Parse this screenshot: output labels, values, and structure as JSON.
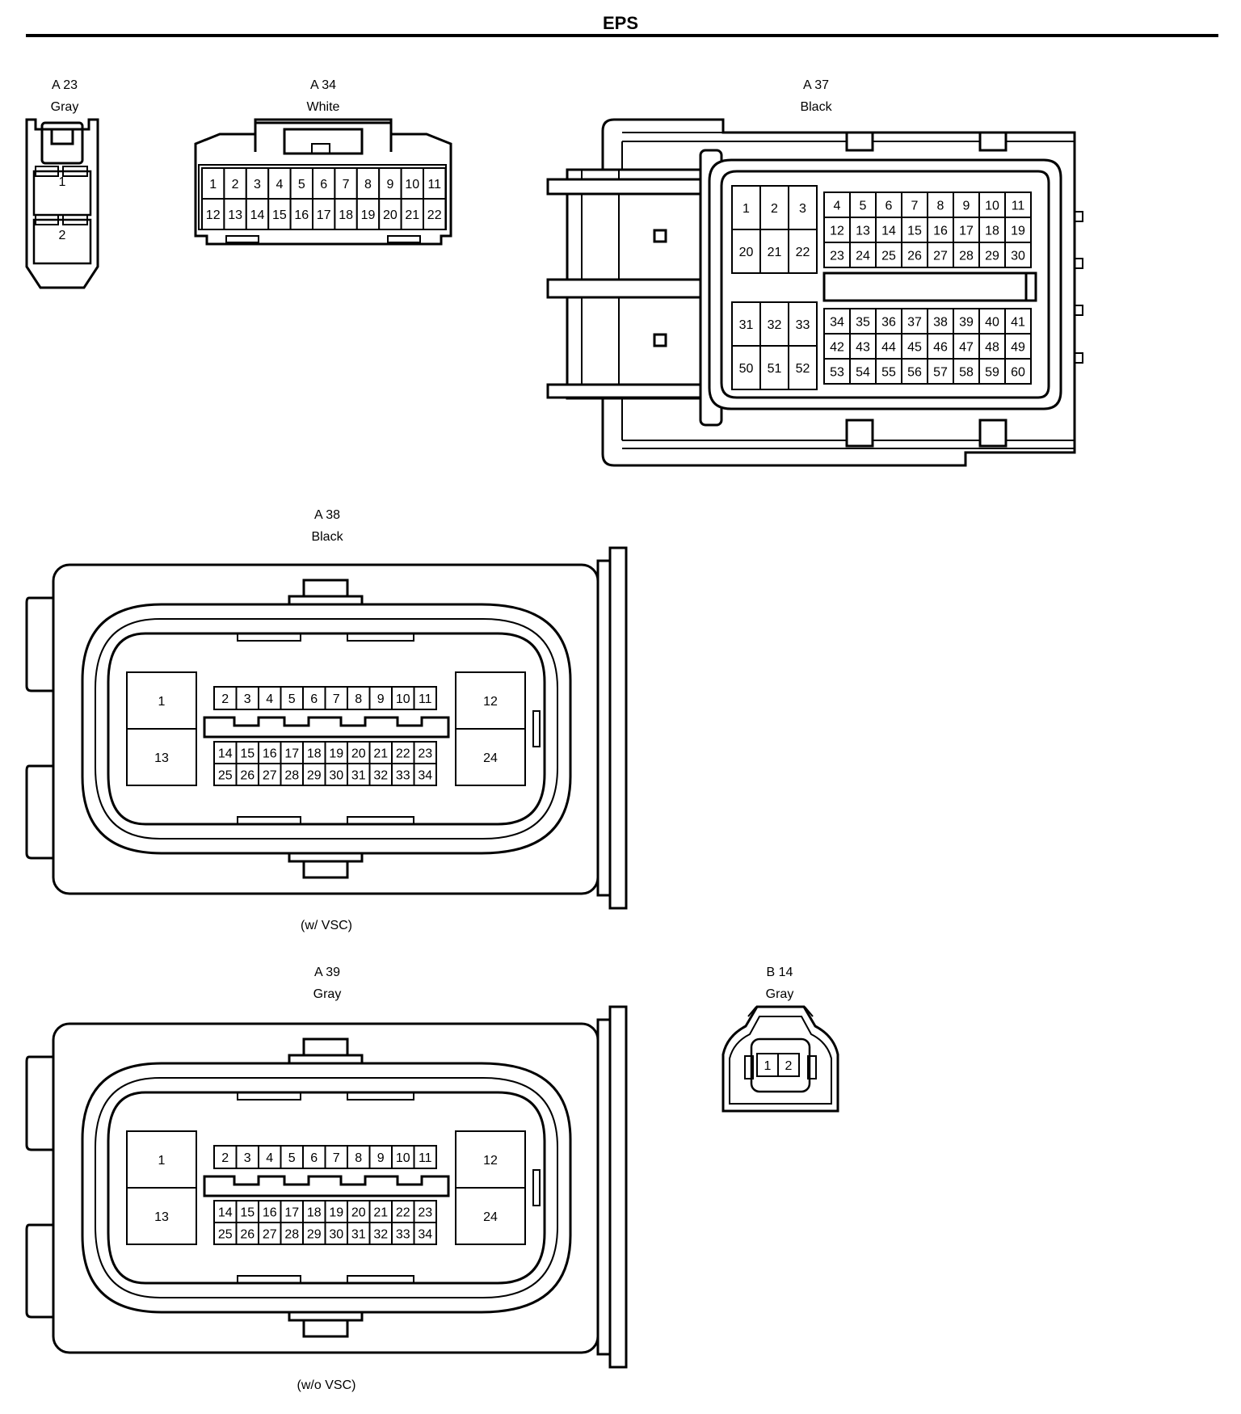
{
  "title": "EPS",
  "connectors": {
    "a23": {
      "code": "A 23",
      "color": "Gray",
      "pins": [
        "1",
        "2"
      ]
    },
    "a34": {
      "code": "A 34",
      "color": "White",
      "row1": [
        "1",
        "2",
        "3",
        "4",
        "5",
        "6",
        "7",
        "8",
        "9",
        "10",
        "11"
      ],
      "row2": [
        "12",
        "13",
        "14",
        "15",
        "16",
        "17",
        "18",
        "19",
        "20",
        "21",
        "22"
      ]
    },
    "a37": {
      "code": "A 37",
      "color": "Black",
      "block_a": [
        [
          "1",
          "2",
          "3"
        ],
        [
          "20",
          "21",
          "22"
        ]
      ],
      "block_b": [
        [
          "4",
          "5",
          "6",
          "7",
          "8",
          "9",
          "10",
          "11"
        ],
        [
          "12",
          "13",
          "14",
          "15",
          "16",
          "17",
          "18",
          "19"
        ],
        [
          "23",
          "24",
          "25",
          "26",
          "27",
          "28",
          "29",
          "30"
        ]
      ],
      "block_c": [
        [
          "31",
          "32",
          "33"
        ],
        [
          "50",
          "51",
          "52"
        ]
      ],
      "block_d": [
        [
          "34",
          "35",
          "36",
          "37",
          "38",
          "39",
          "40",
          "41"
        ],
        [
          "42",
          "43",
          "44",
          "45",
          "46",
          "47",
          "48",
          "49"
        ],
        [
          "53",
          "54",
          "55",
          "56",
          "57",
          "58",
          "59",
          "60"
        ]
      ]
    },
    "a38": {
      "code": "A 38",
      "color": "Black",
      "note": "(w/ VSC)",
      "large": [
        "1",
        "13",
        "12",
        "24"
      ],
      "row1": [
        "2",
        "3",
        "4",
        "5",
        "6",
        "7",
        "8",
        "9",
        "10",
        "11"
      ],
      "row2": [
        "14",
        "15",
        "16",
        "17",
        "18",
        "19",
        "20",
        "21",
        "22",
        "23"
      ],
      "row3": [
        "25",
        "26",
        "27",
        "28",
        "29",
        "30",
        "31",
        "32",
        "33",
        "34"
      ]
    },
    "a39": {
      "code": "A 39",
      "color": "Gray",
      "note": "(w/o VSC)",
      "large": [
        "1",
        "13",
        "12",
        "24"
      ],
      "row1": [
        "2",
        "3",
        "4",
        "5",
        "6",
        "7",
        "8",
        "9",
        "10",
        "11"
      ],
      "row2": [
        "14",
        "15",
        "16",
        "17",
        "18",
        "19",
        "20",
        "21",
        "22",
        "23"
      ],
      "row3": [
        "25",
        "26",
        "27",
        "28",
        "29",
        "30",
        "31",
        "32",
        "33",
        "34"
      ]
    },
    "b14": {
      "code": "B 14",
      "color": "Gray",
      "pins": [
        "1",
        "2"
      ]
    }
  }
}
